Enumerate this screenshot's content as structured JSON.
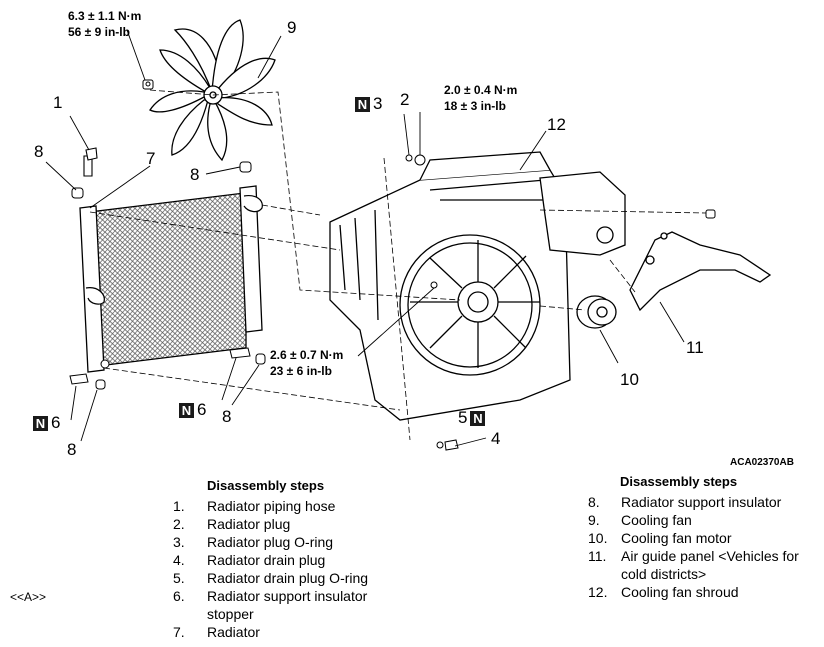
{
  "torques": {
    "fan_nut": {
      "line1": "6.3 ± 1.1 N·m",
      "line2": "56 ± 9 in-lb"
    },
    "plug": {
      "line1": "2.0 ± 0.4 N·m",
      "line2": "18 ± 3 in-lb"
    },
    "motor": {
      "line1": "2.6 ± 0.7 N·m",
      "line2": "23 ± 6 in-lb"
    }
  },
  "callouts": {
    "c1": "1",
    "c2": "2",
    "c3": "3",
    "c4": "4",
    "c5": "5",
    "c6a": "6",
    "c6b": "6",
    "c7": "7",
    "c8a": "8",
    "c8b": "8",
    "c8c": "8",
    "c8d": "8",
    "c9": "9",
    "c10": "10",
    "c11": "11",
    "c12": "12",
    "n": "N"
  },
  "figure_code": "ACA02370AB",
  "ref_marker": "<<A>>",
  "steps_title_left": "Disassembly steps",
  "steps_title_right": "Disassembly steps",
  "steps_left": [
    {
      "num": "1.",
      "text": "Radiator piping hose"
    },
    {
      "num": "2.",
      "text": "Radiator plug"
    },
    {
      "num": "3.",
      "text": "Radiator plug O-ring"
    },
    {
      "num": "4.",
      "text": "Radiator drain plug"
    },
    {
      "num": "5.",
      "text": "Radiator drain plug O-ring"
    },
    {
      "num": "6.",
      "text": "Radiator support insulator stopper"
    },
    {
      "num": "7.",
      "text": "Radiator"
    }
  ],
  "steps_right": [
    {
      "num": "8.",
      "text": "Radiator support insulator"
    },
    {
      "num": "9.",
      "text": "Cooling fan"
    },
    {
      "num": "10.",
      "text": "Cooling fan motor"
    },
    {
      "num": "11.",
      "text": "Air guide panel <Vehicles for cold districts>"
    },
    {
      "num": "12.",
      "text": "Cooling fan shroud"
    }
  ]
}
